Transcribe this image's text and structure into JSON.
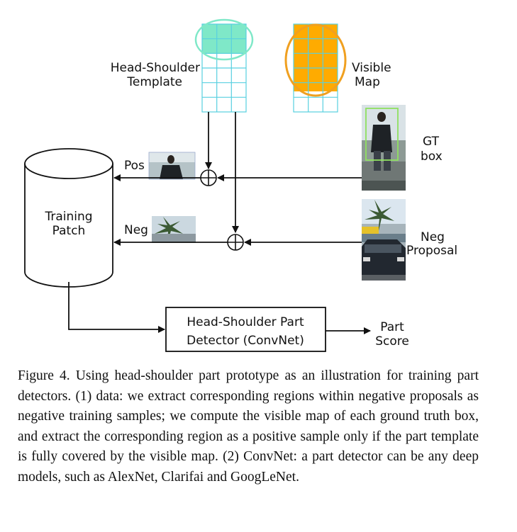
{
  "diagram": {
    "template_label_line1": "Head-Shoulder",
    "template_label_line2": "Template",
    "visible_label_line1": "Visible",
    "visible_label_line2": "Map",
    "gt_label_line1": "GT",
    "gt_label_line2": "box",
    "neg_proposal_line1": "Neg",
    "neg_proposal_line2": "Proposal",
    "pos_label": "Pos",
    "neg_label": "Neg",
    "training_line1": "Training",
    "training_line2": "Patch",
    "detector_line1": "Head-Shoulder Part",
    "detector_line2": "Detector (ConvNet)",
    "score_line1": "Part",
    "score_line2": "Score"
  },
  "caption": "Figure 4. Using head-shoulder part prototype as an illustration for training part detectors. (1) data: we extract corresponding regions within negative proposals as negative training samples; we compute the visible map of each ground truth box, and extract the corresponding region as a positive sample only if the part template is fully covered by the visible map. (2) ConvNet: a part detector can be any deep models, such as AlexNet, Clarifai and GoogLeNet.",
  "colors": {
    "template_fill": "#7fe8c8",
    "template_grid": "#58d0e0",
    "visible_fill": "#ffab00",
    "visible_ring": "#f0a020",
    "gt_box": "#8fe060"
  }
}
